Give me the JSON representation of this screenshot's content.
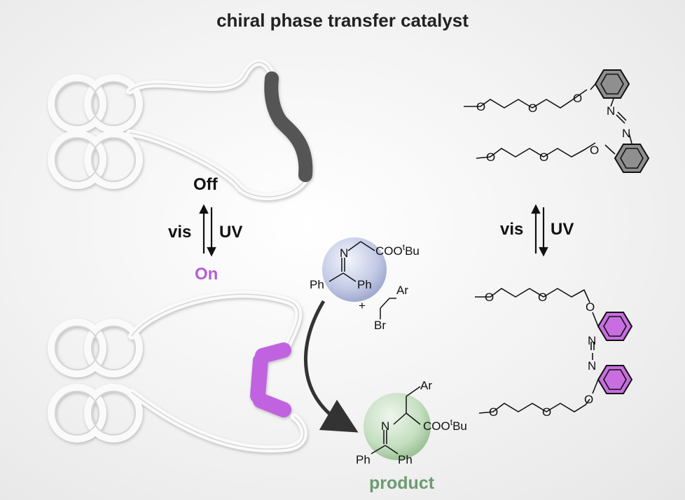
{
  "title": "chiral phase transfer catalyst",
  "states": {
    "off": "Off",
    "on": "On"
  },
  "switch_left": {
    "vis": "vis",
    "uv": "UV"
  },
  "switch_right": {
    "vis": "vis",
    "uv": "UV"
  },
  "reactants": {
    "imine_n": "N",
    "ester": "COO",
    "ester_sup": "t",
    "ester_bu": "Bu",
    "ph_left": "Ph",
    "ph_right": "Ph",
    "plus": "+",
    "ar": "Ar",
    "br": "Br"
  },
  "product_mol": {
    "ar": "Ar",
    "imine_n": "N",
    "ester": "COO",
    "ester_sup": "t",
    "ester_bu": "Bu",
    "ph_left": "Ph",
    "ph_right": "Ph"
  },
  "product_label": "product",
  "azo_trans": {
    "o1": "O",
    "o2": "O",
    "o3": "O",
    "o4": "O",
    "o5": "O",
    "o6": "O",
    "n1": "N",
    "n2": "N"
  },
  "azo_cis": {
    "o1": "O",
    "o2": "O",
    "o3": "O",
    "o4": "O",
    "o5": "O",
    "o6": "O",
    "n1": "N",
    "n2": "N"
  },
  "colors": {
    "on": "#b55fd0",
    "product": "#6e9b70",
    "off_azo": "#555",
    "on_azo": "#b55fd0",
    "bubble_blue": "#b6bfe0",
    "bubble_green": "#b9d9b4"
  }
}
